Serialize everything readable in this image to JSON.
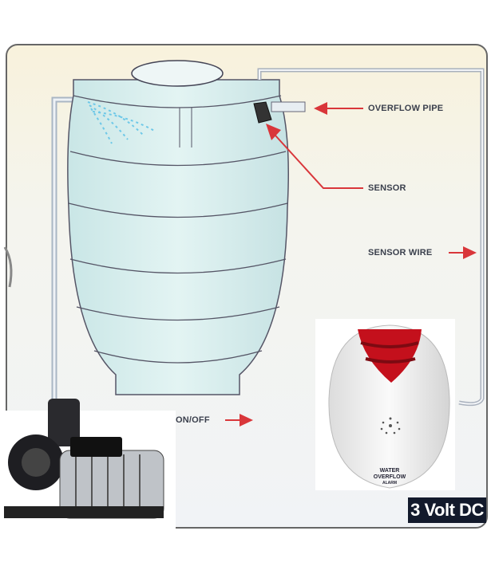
{
  "labels": {
    "overflow_pipe": "OVERFLOW PIPE",
    "sensor": "SENSOR",
    "sensor_wire": "SENSOR WIRE",
    "on_off": "ON/OFF",
    "voltage": "3 Volt DC"
  },
  "device_logo_text": "WATER OVERFLOW ALARM",
  "colors": {
    "arrow": "#d9363a",
    "tank": "#d8eff0",
    "alarm_light": "#c4101c",
    "voltage_badge": "#131a2c"
  }
}
